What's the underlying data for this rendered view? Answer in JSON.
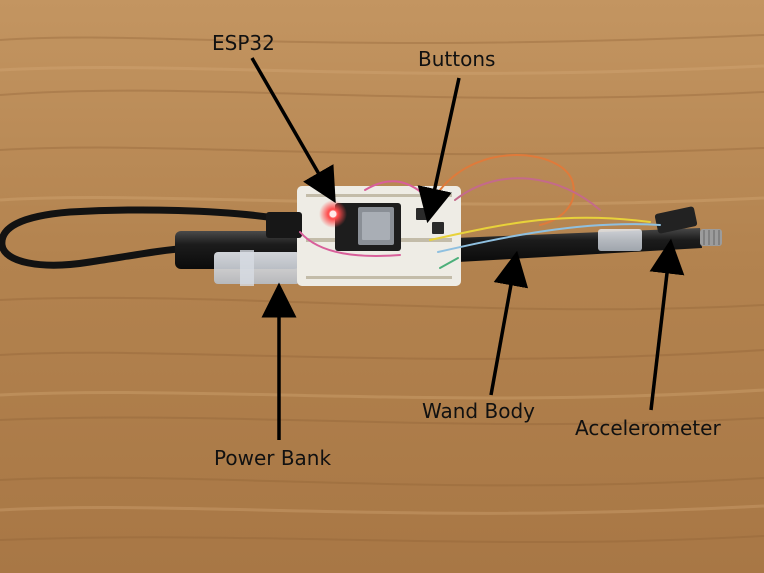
{
  "labels": {
    "esp32": "ESP32",
    "buttons": "Buttons",
    "power_bank": "Power Bank",
    "wand_body": "Wand Body",
    "accelerometer": "Accelerometer"
  },
  "colors": {
    "wood": "#b98a55",
    "wand": "#1a1a1a",
    "breadboard": "#ece8dc",
    "led": "#ff3b3b",
    "wire_orange": "#e07a3a",
    "wire_yellow": "#e8d23a",
    "arrow": "#000000"
  }
}
